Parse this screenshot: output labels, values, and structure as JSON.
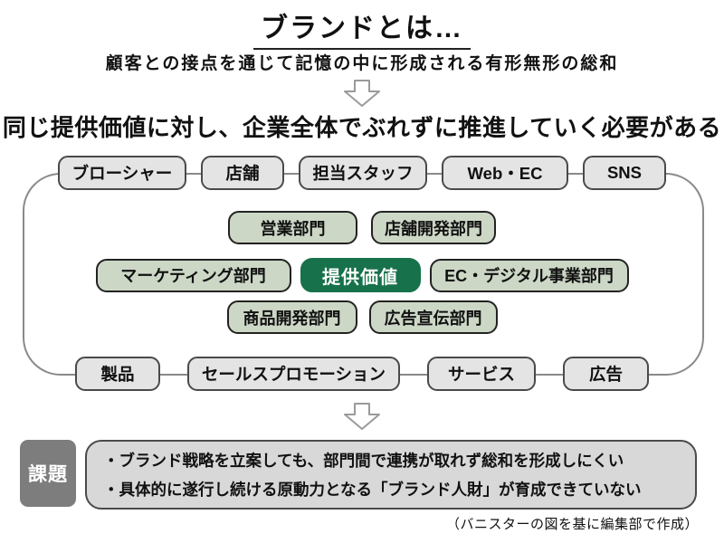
{
  "title": "ブランドとは…",
  "subtitle": "顧客との接点を通じて記憶の中に形成される有形無形の総和",
  "statement": "同じ提供価値に対し、企業全体でぶれずに推進していく必要がある",
  "diagram": {
    "touchpoints_top": [
      "ブローシャー",
      "店舗",
      "担当スタッフ",
      "Web・EC",
      "SNS"
    ],
    "departments_row1": [
      "営業部門",
      "店舗開発部門"
    ],
    "departments_row2": [
      "マーケティング部門",
      "EC・デジタル事業部門"
    ],
    "core_value": "提供価値",
    "departments_row3": [
      "商品開発部門",
      "広告宣伝部門"
    ],
    "touchpoints_bottom": [
      "製品",
      "セールスプロモーション",
      "サービス",
      "広告"
    ]
  },
  "issues": {
    "label": "課題",
    "items": [
      "・ブランド戦略を立案しても、部門間で連携が取れず総和を形成しにくい",
      "・具体的に遂行し続ける原動力となる「ブランド人財」が育成できていない"
    ]
  },
  "credit": "（バニスターの図を基に編集部で作成）",
  "colors": {
    "core_value_green": "#17714a",
    "department_green": "#cdd7c6",
    "touchpoint_gray": "#e4e4e4",
    "issue_label_gray": "#7d7d7d",
    "issue_box_gray": "#d8d8d8",
    "outline_gray": "#8a8a8a"
  }
}
